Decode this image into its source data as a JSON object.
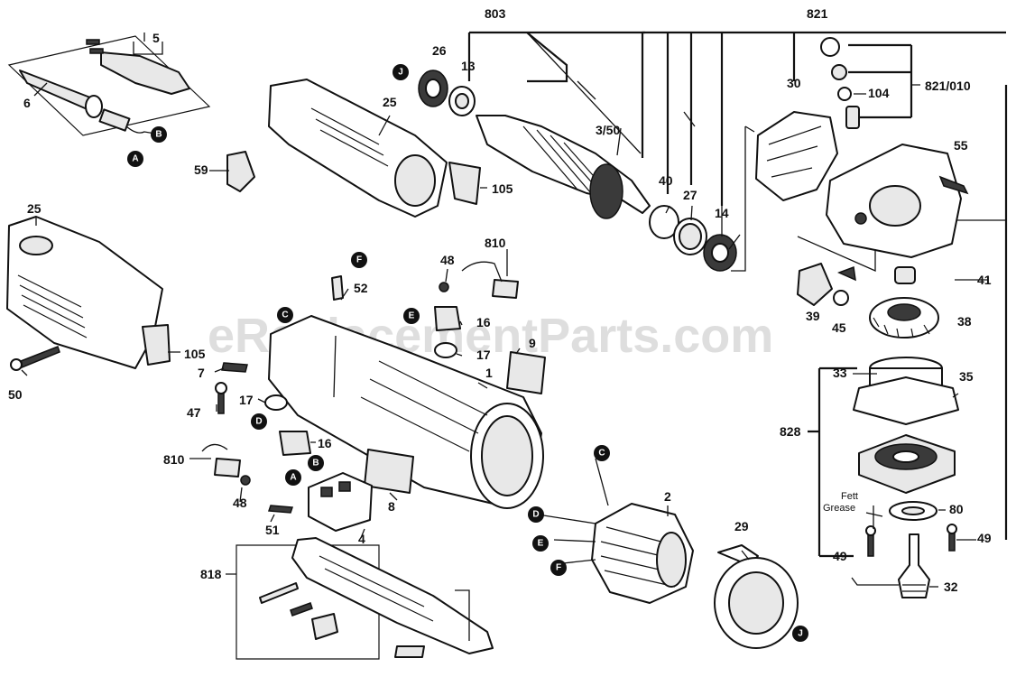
{
  "watermark": "eReplacementParts.com",
  "labels": {
    "l803": "803",
    "l821": "821",
    "l5": "5",
    "l26": "26",
    "l13": "13",
    "l6": "6",
    "l25a": "25",
    "l3_50": "3/50",
    "l30": "30",
    "l821_010": "821/010",
    "l104": "104",
    "l59": "59",
    "l105a": "105",
    "l40": "40",
    "l27": "27",
    "l14": "14",
    "l55": "55",
    "l25b": "25",
    "l810a": "810",
    "l48a": "48",
    "l52": "52",
    "l16a": "16",
    "l17a": "17",
    "l9": "9",
    "l39": "39",
    "l45": "45",
    "l41": "41",
    "l38": "38",
    "l105b": "105",
    "l7": "7",
    "l1": "1",
    "l33": "33",
    "l35": "35",
    "l50": "50",
    "l47": "47",
    "l17b": "17",
    "l16b": "16",
    "l828": "828",
    "l810b": "810",
    "l48b": "48",
    "l8": "8",
    "l51": "51",
    "l4": "4",
    "l2": "2",
    "l80": "80",
    "l49a": "49",
    "l49b": "49",
    "l818": "818",
    "l29": "29",
    "l32": "32"
  },
  "notes": {
    "fett": "Fett",
    "grease": "Grease"
  },
  "badges": {
    "J1": "J",
    "B1": "B",
    "A1": "A",
    "F1": "F",
    "C1": "C",
    "E1": "E",
    "D1": "D",
    "A2": "A",
    "B2": "B",
    "C2": "C",
    "D2": "D",
    "E2": "E",
    "F2": "F",
    "J2": "J"
  }
}
